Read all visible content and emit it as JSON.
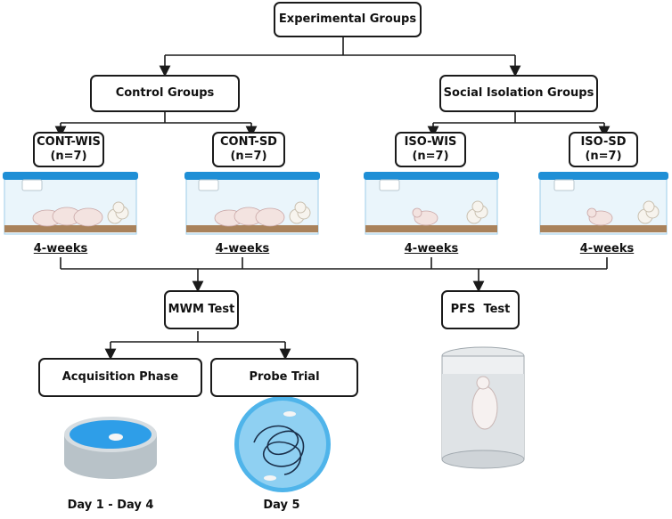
{
  "diagram": {
    "root": "Experimental Groups",
    "branches": [
      {
        "label": "Control Groups",
        "groups": [
          {
            "name": "CONT-WIS",
            "n": "(n=7)",
            "duration": "4-weeks"
          },
          {
            "name": "CONT-SD",
            "n": "(n=7)",
            "duration": "4-weeks"
          }
        ]
      },
      {
        "label": "Social Isolation Groups",
        "groups": [
          {
            "name": "ISO-WIS",
            "n": "(n=7)",
            "duration": "4-weeks"
          },
          {
            "name": "ISO-SD",
            "n": "(n=7)",
            "duration": "4-weeks"
          }
        ]
      }
    ],
    "tests": {
      "mwm": {
        "label": "MWM Test",
        "phases": [
          {
            "label": "Acquisition Phase",
            "day": "Day 1 - Day 4"
          },
          {
            "label": "Probe Trial",
            "day": "Day 5"
          }
        ]
      },
      "pfs": {
        "label": "PFS  Test"
      }
    }
  },
  "colors": {
    "cage_lid": "#1f8fd6",
    "cage_body": "#eaf5fb",
    "bedding": "#a9825b",
    "water": "#2e9ee8",
    "line": "#1a1a1a"
  }
}
